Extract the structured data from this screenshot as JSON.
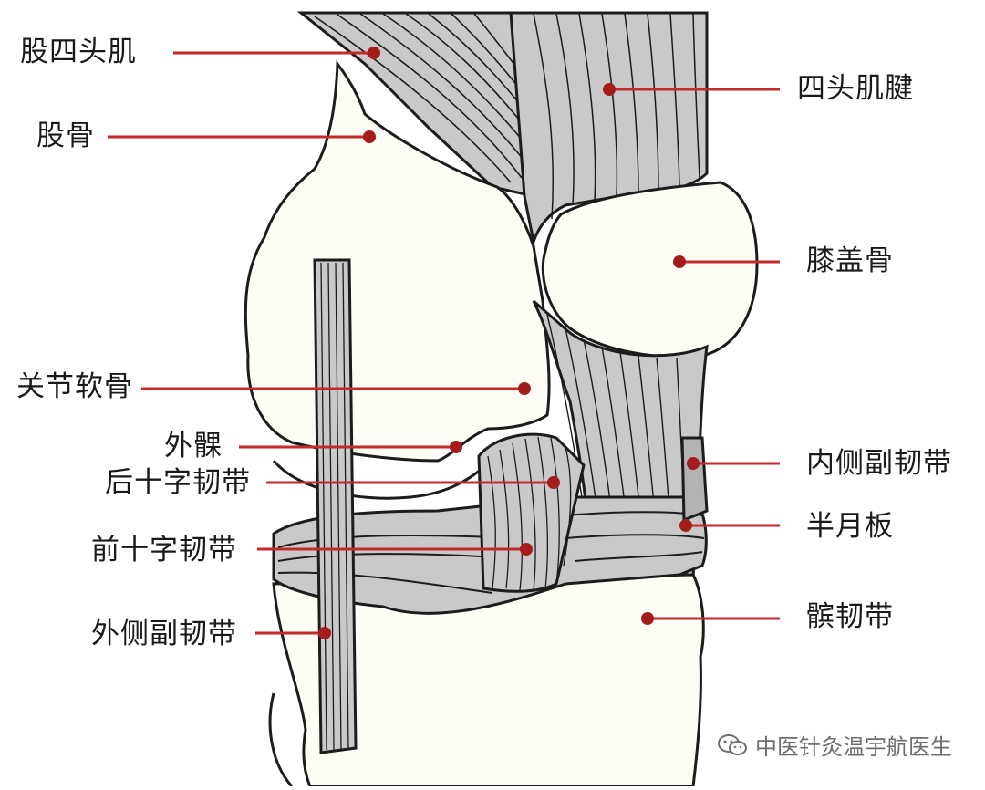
{
  "labels": {
    "quadriceps": "股四头肌",
    "femur": "股骨",
    "cartilage": "关节软骨",
    "lateral_condyle": "外髁",
    "pcl": "后十字韧带",
    "acl": "前十字韧带",
    "lcl": "外侧副韧带",
    "quad_tendon": "四头肌腱",
    "patella": "膝盖骨",
    "mcl": "内侧副韧带",
    "meniscus": "半月板",
    "patellar_ligament": "髌韧带"
  },
  "watermark": "中医针灸温宇航医生",
  "colors": {
    "outline": "#1c1c1c",
    "bone": "#fdfdf6",
    "tissue": "#c9c9c9",
    "tissue_dark": "#b3b3b3",
    "leader": "#c42a2a",
    "dot": "#a51c1c"
  }
}
